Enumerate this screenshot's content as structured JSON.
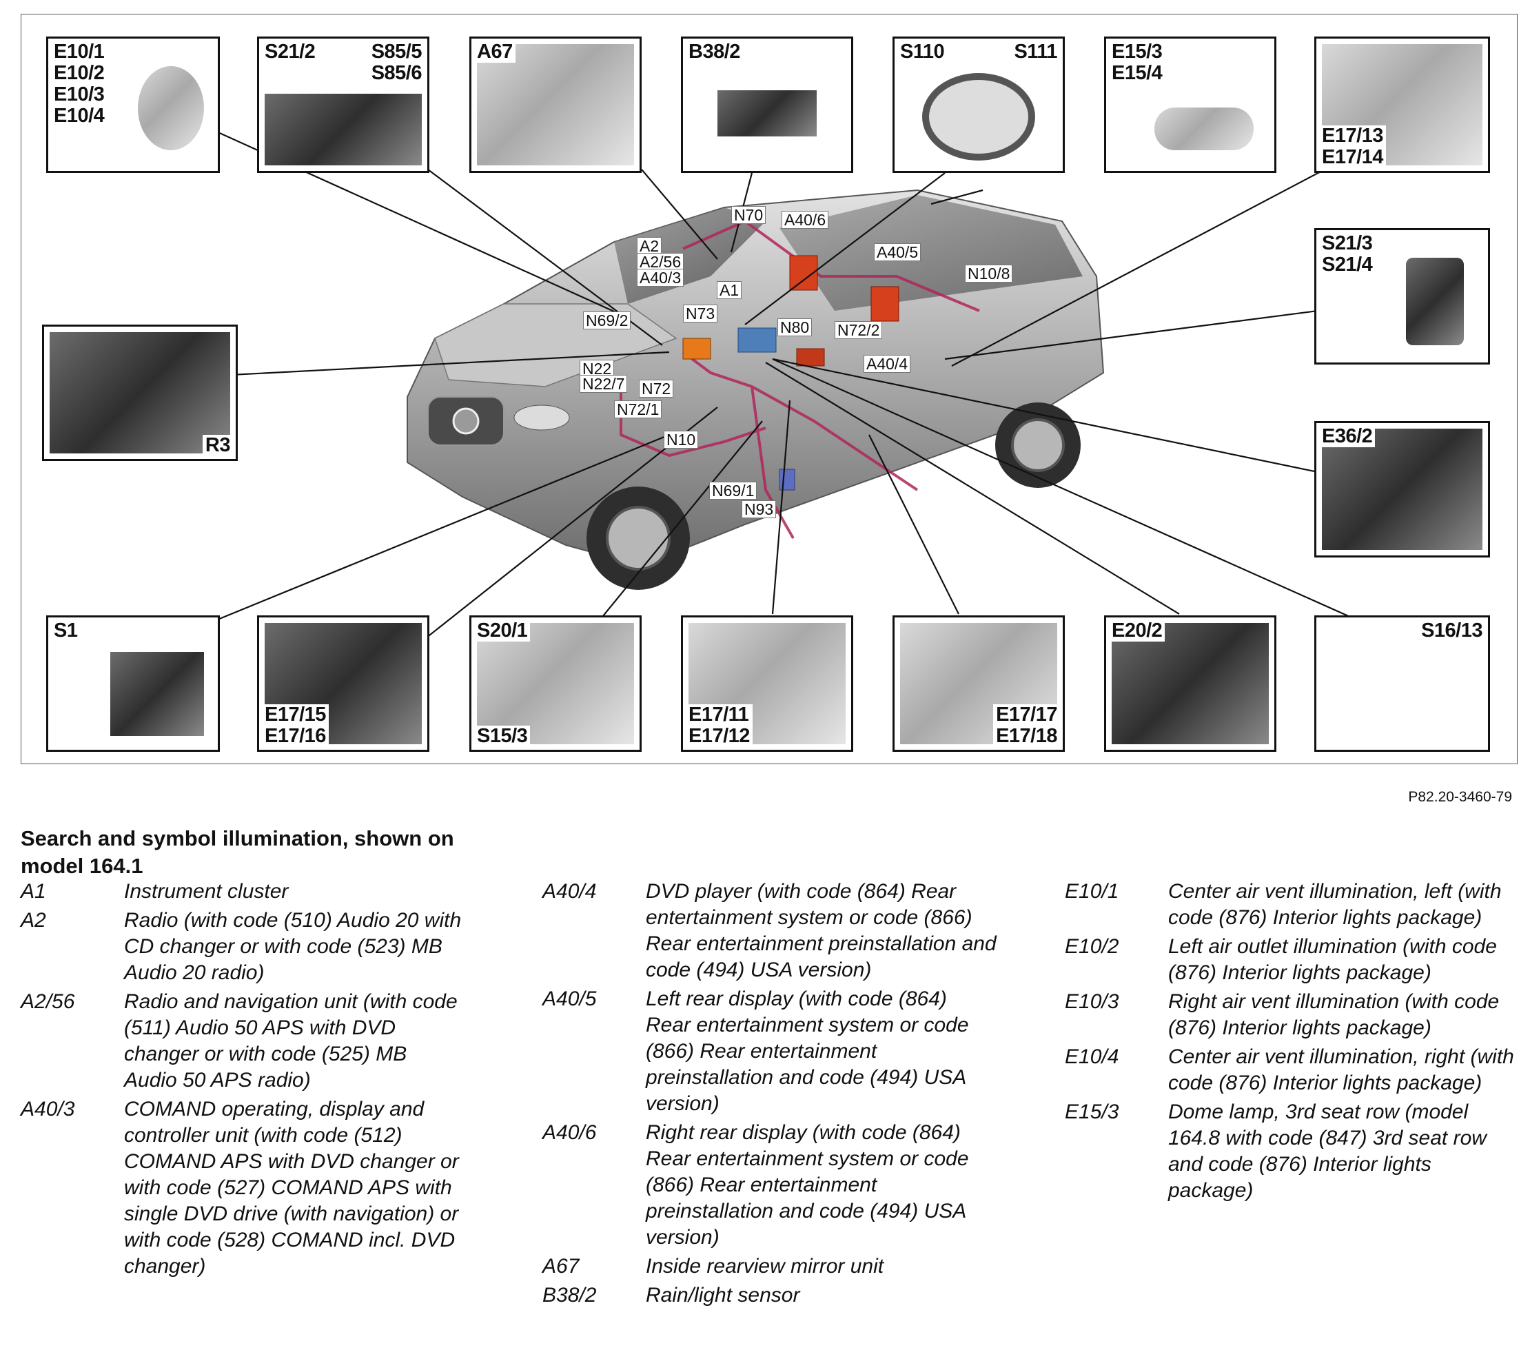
{
  "figure": {
    "reference": "P82.20-3460-79",
    "callouts": [
      {
        "id": "c1",
        "labels": [
          "E10/1\nE10/2\nE10/3\nE10/4"
        ]
      },
      {
        "id": "c2",
        "labels": [
          "S21/2",
          "S85/5\nS85/6"
        ]
      },
      {
        "id": "c3",
        "labels": [
          "A67"
        ]
      },
      {
        "id": "c4",
        "labels": [
          "B38/2"
        ]
      },
      {
        "id": "c5",
        "labels": [
          "S110",
          "S111"
        ]
      },
      {
        "id": "c6",
        "labels": [
          "E15/3\nE15/4"
        ]
      },
      {
        "id": "c7",
        "labels": [
          "E17/13\nE17/14"
        ]
      },
      {
        "id": "c8",
        "labels": [
          "S21/3\nS21/4"
        ]
      },
      {
        "id": "c9",
        "labels": [
          "R3"
        ]
      },
      {
        "id": "c10",
        "labels": [
          "E36/2"
        ]
      },
      {
        "id": "c11",
        "labels": [
          "S1"
        ]
      },
      {
        "id": "c12",
        "labels": [
          "E17/15\nE17/16"
        ]
      },
      {
        "id": "c13",
        "labels": [
          "S20/1",
          "S15/3"
        ]
      },
      {
        "id": "c14",
        "labels": [
          "E17/11\nE17/12"
        ]
      },
      {
        "id": "c15",
        "labels": [
          "E17/17\nE17/18"
        ]
      },
      {
        "id": "c16",
        "labels": [
          "E20/2"
        ]
      },
      {
        "id": "c17",
        "labels": [
          "S16/13"
        ]
      }
    ],
    "component_tags": [
      "N70",
      "A40/6",
      "A2",
      "A2/56",
      "A40/3",
      "A1",
      "A40/5",
      "N10/8",
      "N69/2",
      "N73",
      "N80",
      "N72/2",
      "A40/4",
      "N22",
      "N22/7",
      "N72",
      "N72/1",
      "N10",
      "N69/1",
      "N93"
    ]
  },
  "legend": {
    "title": "Search and symbol illumination, shown on model 164.1",
    "columns": [
      [
        {
          "code": "A1",
          "desc": "Instrument cluster"
        },
        {
          "code": "A2",
          "desc": "Radio (with code (510) Audio 20 with CD changer or with code (523) MB Audio 20 radio)"
        },
        {
          "code": "A2/56",
          "desc": "Radio and navigation unit (with code (511) Audio 50 APS with DVD changer or with code (525) MB Audio 50 APS radio)"
        },
        {
          "code": "A40/3",
          "desc": "COMAND operating, display and controller unit (with code (512) COMAND APS with DVD changer or with code (527) COMAND APS with single DVD drive (with navigation) or with code (528) COMAND incl. DVD changer)"
        }
      ],
      [
        {
          "code": "A40/4",
          "desc": "DVD player (with code (864) Rear entertainment system or code (866) Rear entertainment preinstallation and code (494) USA version)"
        },
        {
          "code": "A40/5",
          "desc": "Left rear display (with code (864) Rear entertainment system or code (866) Rear entertainment preinstallation and code (494) USA version)"
        },
        {
          "code": "A40/6",
          "desc": "Right rear display (with code (864) Rear entertainment system or code (866) Rear entertainment preinstallation and code (494) USA version)"
        },
        {
          "code": "A67",
          "desc": "Inside rearview mirror unit"
        },
        {
          "code": "B38/2",
          "desc": "Rain/light sensor"
        }
      ],
      [
        {
          "code": "E10/1",
          "desc": "Center air vent illumination, left (with code (876) Interior lights package)"
        },
        {
          "code": "E10/2",
          "desc": "Left air outlet illumination (with code (876) Interior lights package)"
        },
        {
          "code": "E10/3",
          "desc": "Right air vent illumination (with code (876) Interior lights package)"
        },
        {
          "code": "E10/4",
          "desc": "Center air vent illumination, right (with code (876) Interior lights package)"
        },
        {
          "code": "E15/3",
          "desc": "Dome lamp, 3rd seat row (model 164.8 with code (847) 3rd seat row and code (876) Interior lights package)"
        }
      ]
    ]
  }
}
